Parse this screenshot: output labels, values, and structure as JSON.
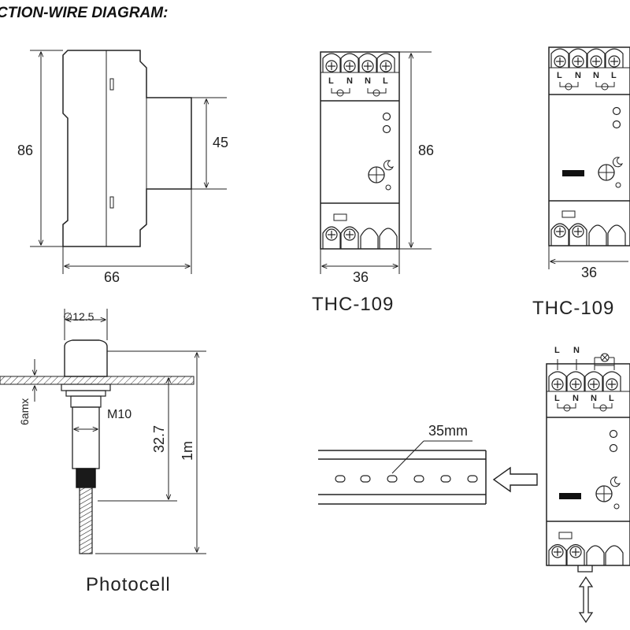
{
  "title": "CTION-WIRE DIAGRAM:",
  "side_view": {
    "height": "86",
    "depth": "45",
    "width": "66"
  },
  "front_view_1": {
    "terminals_top": [
      "L",
      "N",
      "N",
      "L"
    ],
    "height": "86",
    "width": "36",
    "label": "THC-109"
  },
  "front_view_2": {
    "terminals_top": [
      "L",
      "N",
      "N",
      "L"
    ],
    "width": "36",
    "label": "THC-109"
  },
  "photocell": {
    "diameter": "∅12.5",
    "thread": "M10",
    "panel": "6amx",
    "length_body": "32.7",
    "length_cable": "1m",
    "label": "Photocell"
  },
  "din_rail": {
    "width": "35mm"
  },
  "mounting_view": {
    "supply_labels": [
      "L",
      "N"
    ],
    "terminals": [
      "L",
      "N",
      "N",
      "L"
    ]
  }
}
